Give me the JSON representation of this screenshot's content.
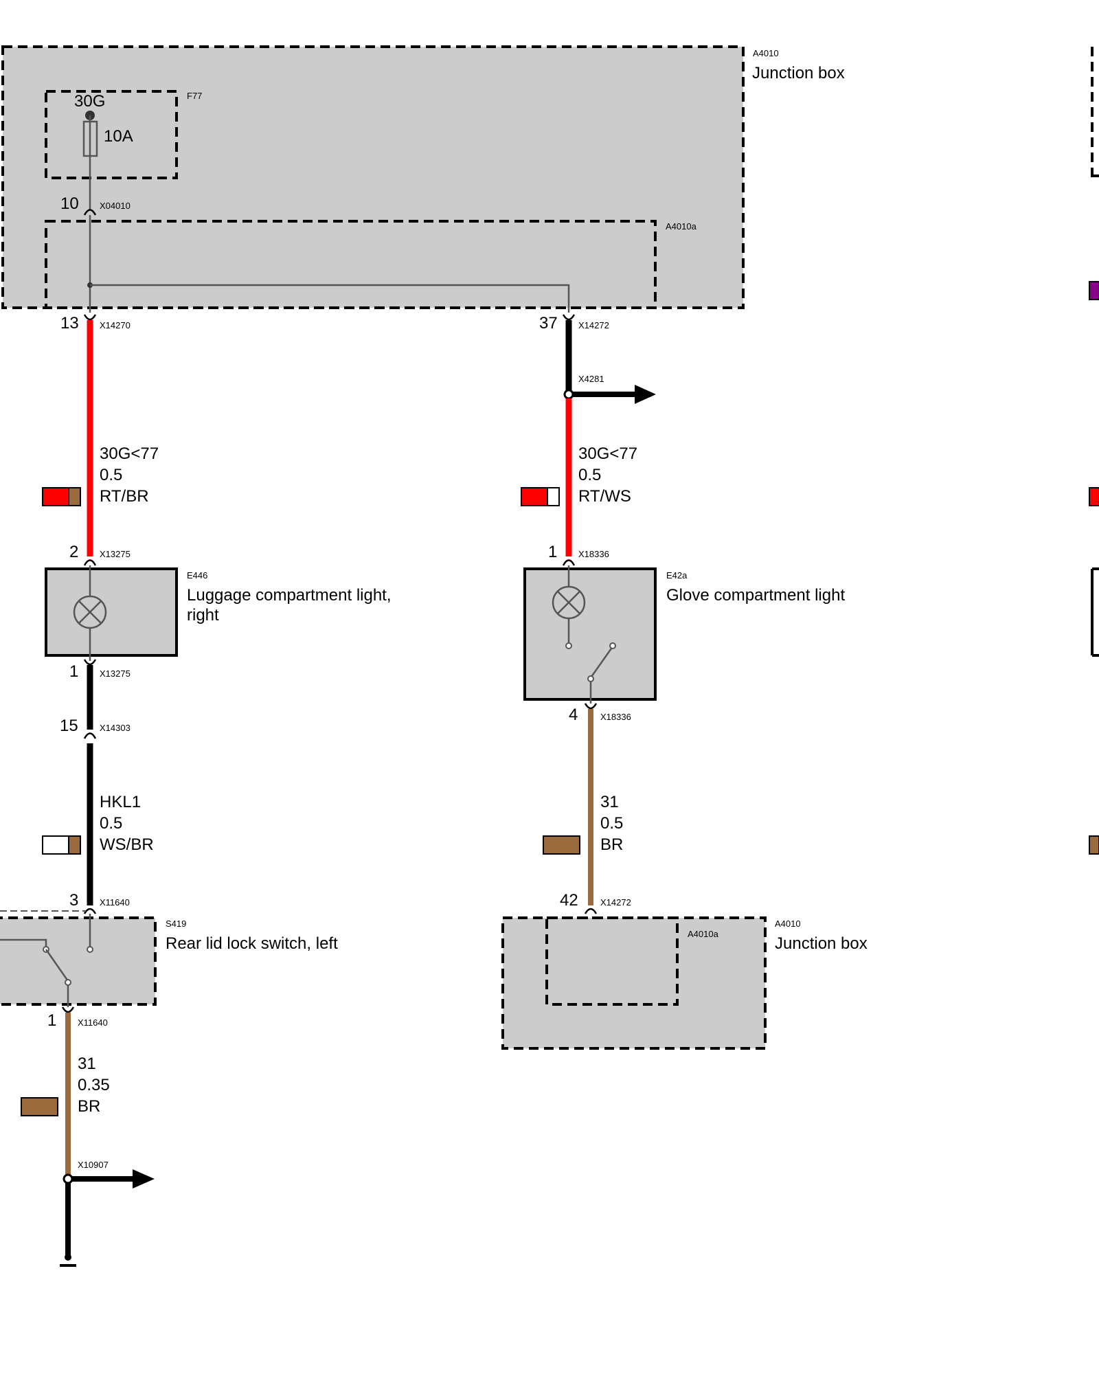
{
  "junction_box_top": {
    "ref": "A4010",
    "name": "Junction box"
  },
  "fuse": {
    "ref": "F77",
    "terminal": "30G",
    "rating": "10A"
  },
  "sub_module_top": {
    "ref": "A4010a"
  },
  "connectors": {
    "x04010": {
      "ref": "X04010",
      "pin": "10"
    },
    "x14270": {
      "ref": "X14270",
      "pin": "13"
    },
    "x14272_a": {
      "ref": "X14272",
      "pin": "37"
    },
    "x4281": {
      "ref": "X4281"
    },
    "x13275_in": {
      "ref": "X13275",
      "pin": "2"
    },
    "x13275_out": {
      "ref": "X13275",
      "pin": "1"
    },
    "x14303": {
      "ref": "X14303",
      "pin": "15"
    },
    "x11640_in": {
      "ref": "X11640",
      "pin": "3"
    },
    "x11640_out": {
      "ref": "X11640",
      "pin": "1"
    },
    "x10907": {
      "ref": "X10907"
    },
    "x18336_in": {
      "ref": "X18336",
      "pin": "1"
    },
    "x18336_out": {
      "ref": "X18336",
      "pin": "4"
    },
    "x14272_b": {
      "ref": "X14272",
      "pin": "42"
    }
  },
  "wires": {
    "w1": {
      "signal": "30G<77",
      "gauge": "0.5",
      "color_code": "RT/BR",
      "colors": [
        "#ff0000",
        "#9b6b3d"
      ]
    },
    "w2": {
      "signal": "30G<77",
      "gauge": "0.5",
      "color_code": "RT/WS",
      "colors": [
        "#ff0000",
        "#ffffff"
      ]
    },
    "w3": {
      "signal": "HKL1",
      "gauge": "0.5",
      "color_code": "WS/BR",
      "colors": [
        "#ffffff",
        "#9b6b3d"
      ]
    },
    "w4": {
      "signal": "31",
      "gauge": "0.5",
      "color_code": "BR",
      "colors": [
        "#9b6b3d"
      ]
    },
    "w5": {
      "signal": "31",
      "gauge": "0.35",
      "color_code": "BR",
      "colors": [
        "#9b6b3d"
      ]
    }
  },
  "components": {
    "e446": {
      "ref": "E446",
      "name_line1": "Luggage compartment light,",
      "name_line2": "right"
    },
    "e42a": {
      "ref": "E42a",
      "name": "Glove compartment light"
    },
    "s419": {
      "ref": "S419",
      "name": "Rear lid lock switch, left"
    }
  },
  "junction_box_bottom": {
    "ref": "A4010",
    "name": "Junction box",
    "sub_ref": "A4010a"
  }
}
